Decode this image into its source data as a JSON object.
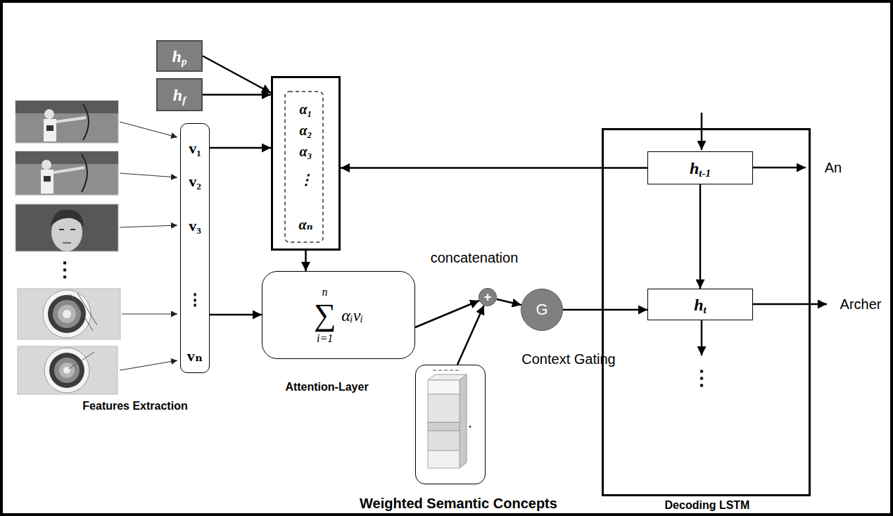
{
  "diagram": {
    "nodes": [
      {
        "text": [
          "h",
          "p"
        ]
      },
      {
        "text": [
          "h",
          "f"
        ]
      },
      {
        "text": [
          "α₁",
          "α₂",
          "α₃",
          "⋮",
          "αₙ"
        ]
      },
      {
        "text": [
          "v₁",
          "v₂",
          "v₃",
          "⋮",
          "vₙ"
        ]
      },
      {
        "text": [
          "n",
          "∑",
          "i=1",
          "αᵢvᵢ",
          "Attention-Layer"
        ]
      },
      {
        "text": [
          "concatenation",
          "+"
        ]
      },
      {
        "text": [
          "G",
          "Context Gating"
        ]
      },
      {
        "text": [
          "Decoding LSTM"
        ]
      },
      {
        "text": [
          "h",
          "t-1"
        ],
        "in": 7
      },
      {
        "text": [
          "h",
          "t"
        ],
        "in": 7
      },
      {
        "text": [
          "Weighted Semantic Concepts"
        ]
      }
    ],
    "edges": [
      {
        "from": 0,
        "to": 2,
        "arrow": "to"
      },
      {
        "from": 1,
        "to": 2,
        "arrow": "to"
      },
      {
        "from": 3,
        "to": 2,
        "arrow": "to"
      },
      {
        "from": 2,
        "to": 4,
        "arrow": "to"
      },
      {
        "from": 3,
        "to": 4,
        "arrow": "to"
      },
      {
        "from": 4,
        "to": 5,
        "arrow": "to"
      },
      {
        "from": 10,
        "to": 5,
        "arrow": "to"
      },
      {
        "from": 5,
        "to": 6,
        "arrow": "to"
      },
      {
        "from": 6,
        "to": 9,
        "arrow": "to"
      },
      {
        "from": 8,
        "to": 2,
        "arrow": "to"
      },
      {
        "from": 8,
        "to": 9,
        "arrow": "to"
      }
    ],
    "labels": [
      "Features Extraction",
      "⋮",
      "⋮",
      "An",
      "Archer"
    ]
  }
}
